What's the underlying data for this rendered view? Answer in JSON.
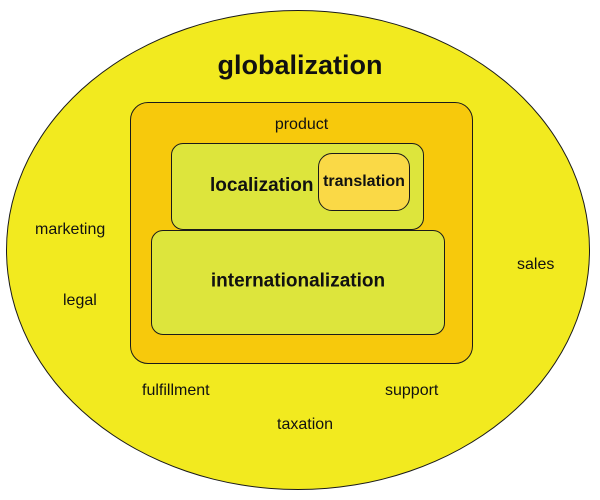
{
  "title": "globalization",
  "colors": {
    "outer_fill": "#f2ea1f",
    "product_fill": "#f7c90c",
    "inner_fill": "#dde53c",
    "translation_fill": "#fad946",
    "stroke": "#1a1a1a",
    "text": "#111111"
  },
  "nodes": {
    "product": "product",
    "localization": "localization",
    "translation": "translation",
    "internationalization": "internationalization"
  },
  "around": {
    "marketing": "marketing",
    "legal": "legal",
    "sales": "sales",
    "fulfillment": "fulfillment",
    "support": "support",
    "taxation": "taxation"
  }
}
